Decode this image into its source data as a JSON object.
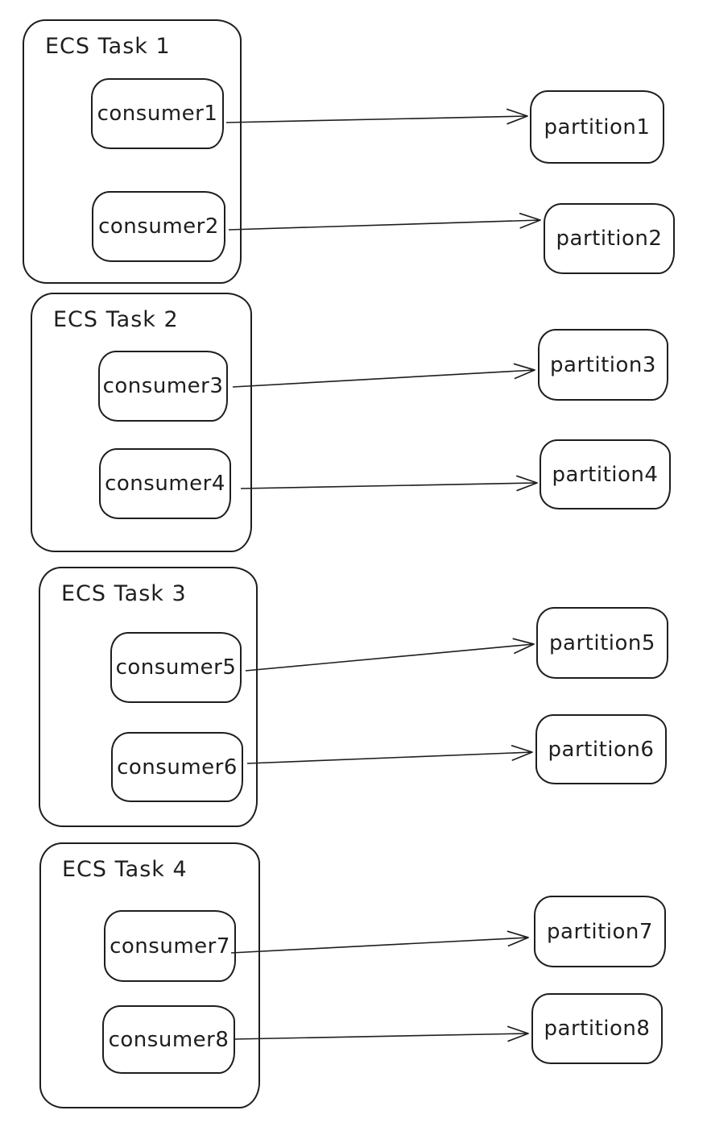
{
  "colors": {
    "stroke": "#1e1e1e",
    "background": "#ffffff"
  },
  "tasks": [
    {
      "label": "ECS Task 1",
      "consumers": [
        {
          "label": "consumer1"
        },
        {
          "label": "consumer2"
        }
      ]
    },
    {
      "label": "ECS Task 2",
      "consumers": [
        {
          "label": "consumer3"
        },
        {
          "label": "consumer4"
        }
      ]
    },
    {
      "label": "ECS Task 3",
      "consumers": [
        {
          "label": "consumer5"
        },
        {
          "label": "consumer6"
        }
      ]
    },
    {
      "label": "ECS Task 4",
      "consumers": [
        {
          "label": "consumer7"
        },
        {
          "label": "consumer8"
        }
      ]
    }
  ],
  "partitions": [
    {
      "label": "partition1"
    },
    {
      "label": "partition2"
    },
    {
      "label": "partition3"
    },
    {
      "label": "partition4"
    },
    {
      "label": "partition5"
    },
    {
      "label": "partition6"
    },
    {
      "label": "partition7"
    },
    {
      "label": "partition8"
    }
  ],
  "connections": [
    {
      "from": "consumer1",
      "to": "partition1"
    },
    {
      "from": "consumer2",
      "to": "partition2"
    },
    {
      "from": "consumer3",
      "to": "partition3"
    },
    {
      "from": "consumer4",
      "to": "partition4"
    },
    {
      "from": "consumer5",
      "to": "partition5"
    },
    {
      "from": "consumer6",
      "to": "partition6"
    },
    {
      "from": "consumer7",
      "to": "partition7"
    },
    {
      "from": "consumer8",
      "to": "partition8"
    }
  ]
}
